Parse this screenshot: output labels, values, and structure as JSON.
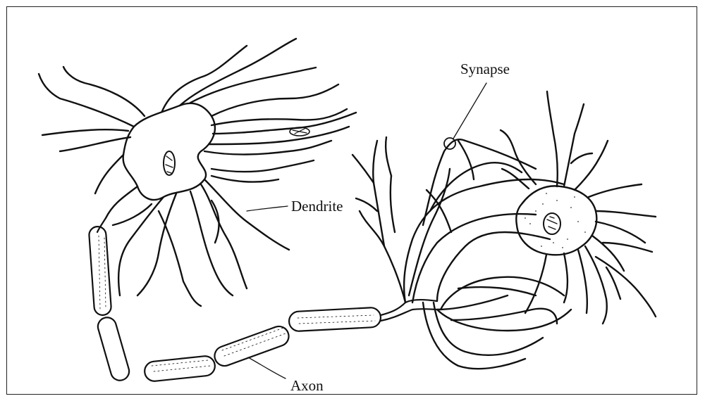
{
  "labels": {
    "synapse": "Synapse",
    "dendrite": "Dendrite",
    "axon": "Axon"
  },
  "colors": {
    "ink": "#111111",
    "background": "#ffffff"
  }
}
